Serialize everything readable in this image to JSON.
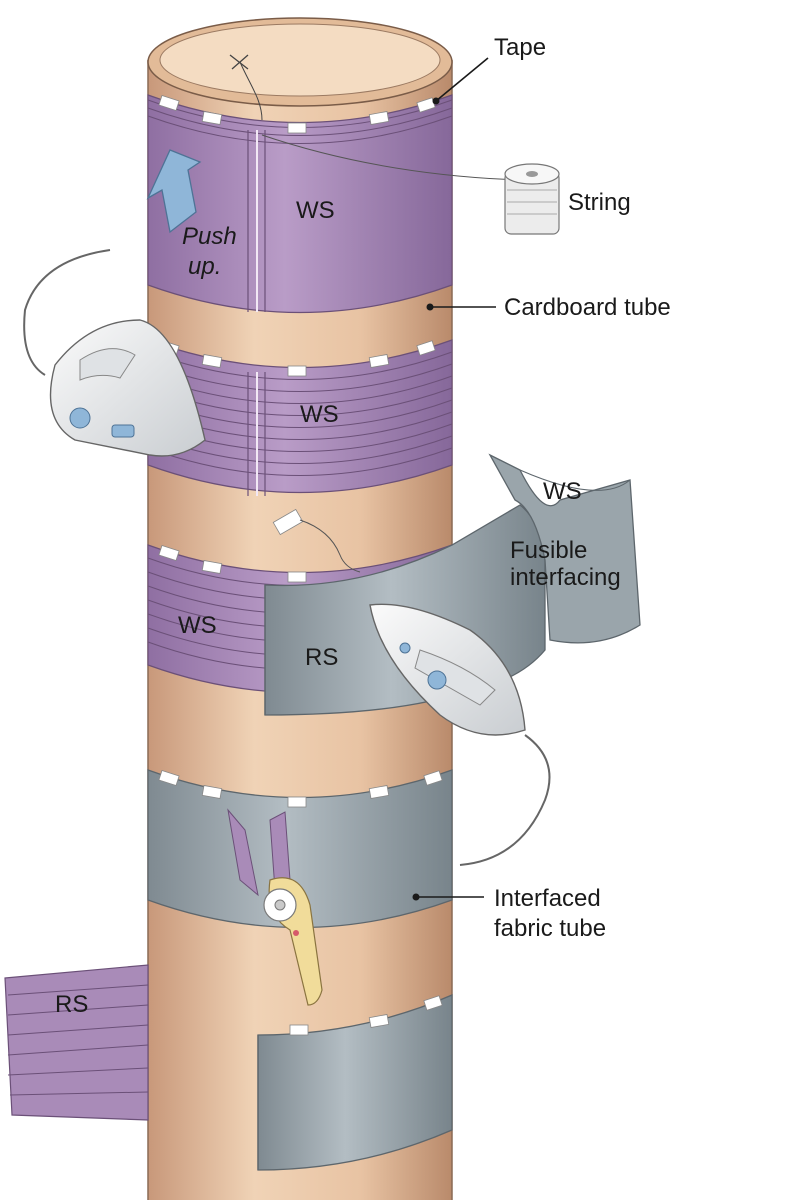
{
  "labels": {
    "tape": "Tape",
    "string": "String",
    "cardboard_tube": "Cardboard tube",
    "push_up_line1": "Push",
    "push_up_line2": "up.",
    "ws_top": "WS",
    "ws_second": "WS",
    "ws_flap": "WS",
    "fusible_line1": "Fusible",
    "fusible_line2": "interfacing",
    "ws_third": "WS",
    "rs_third": "RS",
    "interfaced_line1": "Interfaced",
    "interfaced_line2": "fabric tube",
    "rs_strip": "RS"
  },
  "colors": {
    "tube": "#e9c6a6",
    "tube_shadow": "#cfa27f",
    "fabric_purple": "#a98bb8",
    "fabric_purple_dark": "#8c6c9e",
    "interfacing_gray": "#a9b3b9",
    "interfacing_dark": "#7f8a91",
    "arrow_blue": "#8fb6d8"
  }
}
